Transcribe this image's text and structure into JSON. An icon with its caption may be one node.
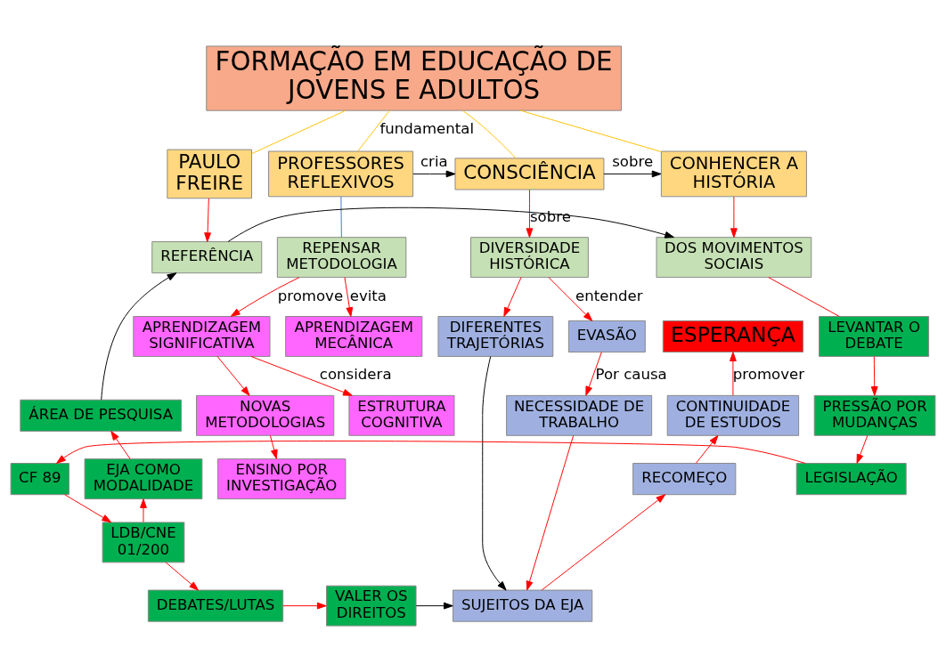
{
  "diagram": {
    "nodes": [
      {
        "text": [
          "FORMAÇÃO EM EDUCAÇÃO DE JOVENS E ADULTOS"
        ]
      },
      {
        "text": [
          "PAULO FREIRE"
        ]
      },
      {
        "text": [
          "PROFESSORES REFLEXIVOS"
        ]
      },
      {
        "text": [
          "CONSCIÊNCIA"
        ]
      },
      {
        "text": [
          "CONHENCER A HISTÓRIA"
        ]
      },
      {
        "text": [
          "REPENSAR METODOLOGIA"
        ]
      },
      {
        "text": [
          "DIVERSIDADE HISTÓRICA"
        ]
      },
      {
        "text": [
          "REFERÊNCIA"
        ]
      },
      {
        "text": [
          "DOS MOVIMENTOS SOCIAIS"
        ]
      },
      {
        "text": [
          "APRENDIZAGEM SIGNIFICATIVA"
        ]
      },
      {
        "text": [
          "APRENDIZAGEM MECÂNICA"
        ]
      },
      {
        "text": [
          "LEVANTAR O DEBATE"
        ]
      },
      {
        "text": [
          "EVASÃO"
        ]
      },
      {
        "text": [
          "DIFERENTES TRAJETÓRIAS"
        ]
      },
      {
        "text": [
          "ESPERANÇA"
        ]
      },
      {
        "text": [
          "PRESSÃO POR MUDANÇAS"
        ]
      },
      {
        "text": [
          "ÁREA DE PESQUISA"
        ]
      },
      {
        "text": [
          "LEGISLAÇÃO"
        ]
      },
      {
        "text": [
          "NOVAS METODOLOGIAS"
        ]
      },
      {
        "text": [
          "ESTRUTURA COGNITIVA"
        ]
      },
      {
        "text": [
          "CONTINUIDADE DE ESTUDOS"
        ]
      },
      {
        "text": [
          "CF 89"
        ]
      },
      {
        "text": [
          "NECESSIDADE DE TRABALHO"
        ]
      },
      {
        "text": [
          "RECOMEÇO"
        ]
      },
      {
        "text": [
          "EJA COMO MODALIDADE"
        ]
      },
      {
        "text": [
          "LDB/CNE 01/200"
        ]
      },
      {
        "text": [
          "ENSINO POR INVESTIGAÇÃO"
        ]
      },
      {
        "text": [
          "DEBATES/LUTAS"
        ]
      },
      {
        "text": [
          "SUJEITOS DA EJA"
        ]
      },
      {
        "text": [
          "VALER OS DIREITOS"
        ]
      }
    ],
    "edges": [
      {
        "from": 0,
        "to": 1,
        "arrow": "none",
        "color": "#ffc000"
      },
      {
        "from": 0,
        "to": 2,
        "arrow": "none",
        "label": "fundamental",
        "color": "#ffc000"
      },
      {
        "from": 0,
        "to": 3,
        "arrow": "none",
        "color": "#ffc000"
      },
      {
        "from": 0,
        "to": 4,
        "arrow": "none",
        "color": "#ffc000"
      },
      {
        "from": 2,
        "to": 3,
        "arrow": "to",
        "label": "cria",
        "color": "#000000"
      },
      {
        "from": 2,
        "to": 5,
        "arrow": "none",
        "color": "#4472c4"
      },
      {
        "from": 3,
        "to": 6,
        "arrow": "to",
        "label": "sobre"
      },
      {
        "from": 3,
        "to": 4,
        "arrow": "to",
        "label": "sobre",
        "color": "#000000"
      },
      {
        "from": 1,
        "to": 7,
        "arrow": "to"
      },
      {
        "from": 4,
        "to": 8,
        "arrow": "to"
      },
      {
        "from": 7,
        "to": 8,
        "arrow": "to",
        "color": "#000000"
      },
      {
        "from": 8,
        "to": 11,
        "arrow": "none"
      },
      {
        "from": 5,
        "to": 9,
        "arrow": "to",
        "label": "promove"
      },
      {
        "from": 5,
        "to": 10,
        "arrow": "to",
        "label": "evita"
      },
      {
        "from": 9,
        "to": 18,
        "arrow": "to"
      },
      {
        "from": 9,
        "to": 19,
        "arrow": "to",
        "label": "considera"
      },
      {
        "from": 18,
        "to": 26,
        "arrow": "to"
      },
      {
        "from": 6,
        "to": 12,
        "arrow": "to",
        "label": "entender"
      },
      {
        "from": 6,
        "to": 13,
        "arrow": "to"
      },
      {
        "from": 12,
        "to": 22,
        "arrow": "to",
        "label": "Por causa"
      },
      {
        "from": 13,
        "to": 28,
        "arrow": "to",
        "color": "#000000"
      },
      {
        "from": 22,
        "to": 28,
        "arrow": "to"
      },
      {
        "from": 28,
        "to": 23,
        "arrow": "to"
      },
      {
        "from": 23,
        "to": 20,
        "arrow": "to"
      },
      {
        "from": 20,
        "to": 14,
        "arrow": "to",
        "label": "promover"
      },
      {
        "from": 11,
        "to": 15,
        "arrow": "to"
      },
      {
        "from": 15,
        "to": 17,
        "arrow": "to"
      },
      {
        "from": 17,
        "to": 21,
        "arrow": "to"
      },
      {
        "from": 21,
        "to": 25,
        "arrow": "to"
      },
      {
        "from": 25,
        "to": 24,
        "arrow": "to"
      },
      {
        "from": 25,
        "to": 27,
        "arrow": "to"
      },
      {
        "from": 27,
        "to": 29,
        "arrow": "to"
      },
      {
        "from": 29,
        "to": 28,
        "arrow": "to",
        "color": "#000000"
      },
      {
        "from": 24,
        "to": 16,
        "arrow": "to"
      },
      {
        "from": 16,
        "to": 7,
        "arrow": "to",
        "color": "#000000"
      }
    ]
  }
}
